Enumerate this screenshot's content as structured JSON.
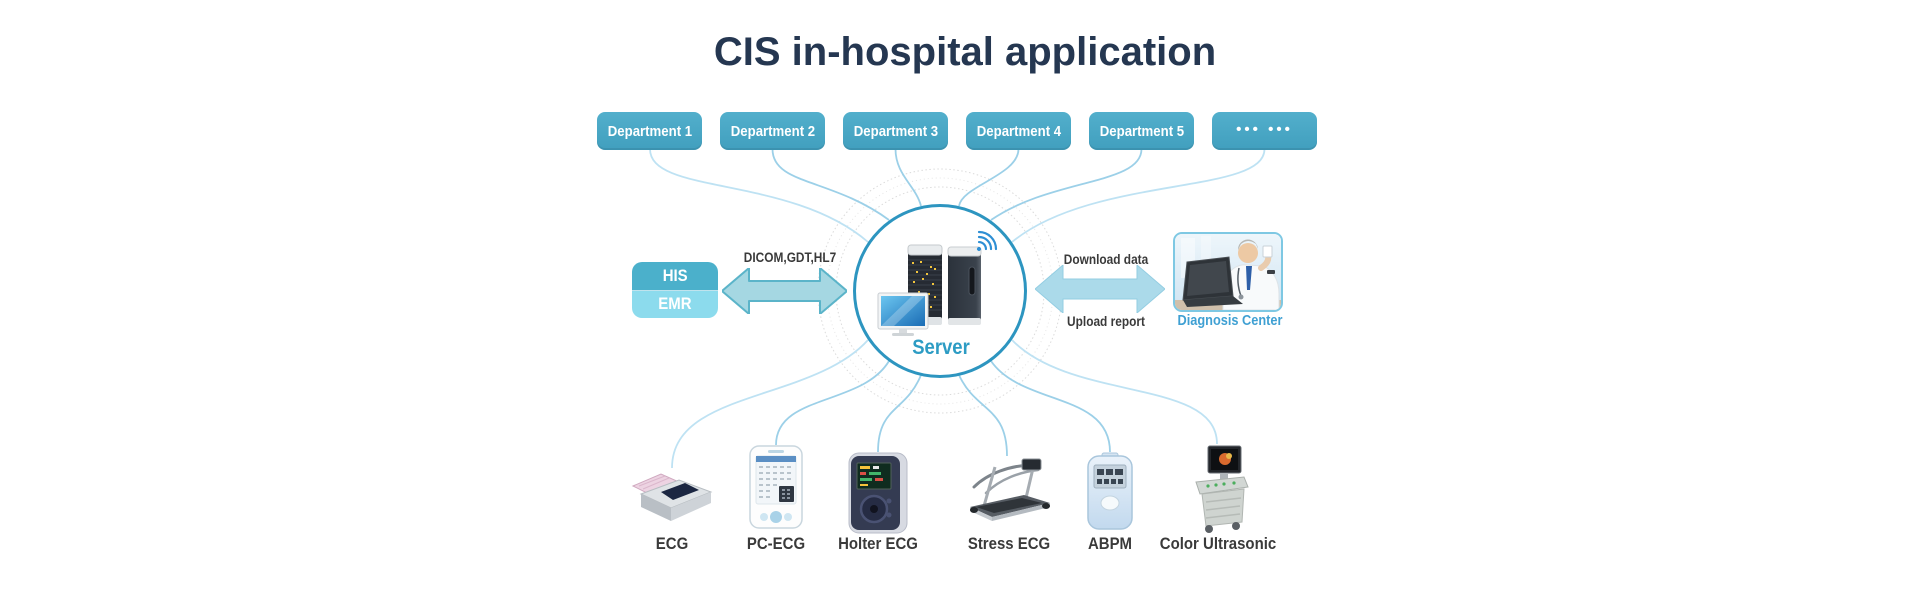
{
  "title": "CIS in-hospital application",
  "departments": [
    "Department 1",
    "Department 2",
    "Department 3",
    "Department 4",
    "Department 5",
    "•••  •••"
  ],
  "center": {
    "server_label": "Server"
  },
  "left_flow": {
    "his": "HIS",
    "emr": "EMR",
    "protocol_label": "DICOM,GDT,HL7"
  },
  "right_flow": {
    "download_label": "Download data",
    "upload_label": "Upload report",
    "diagnosis_label": "Diagnosis Center"
  },
  "devices": [
    "ECG",
    "PC-ECG",
    "Holter ECG",
    "Stress ECG",
    "ABPM",
    "Color Ultrasonic"
  ],
  "colors": {
    "navy": "#253751",
    "teal": "#52AFCC",
    "teal_dark": "#419FBE",
    "circle_border": "#2D95C0",
    "line_light": "#BEE2F3",
    "line_mid": "#9CD0E8",
    "ring_gray": "#DBDBDB",
    "server_text": "#2D9CC4",
    "his_top": "#4BB0CB",
    "emr_bottom": "#8CDBED",
    "arrow_left_fill": "#A5D7E2",
    "arrow_left_stroke": "#5BB4C9",
    "arrow_right_fill": "#ABDAEA",
    "label_dark": "#3A3A3A",
    "diagnosis_blue": "#3FA0D3",
    "photo_border": "#7EC8E3",
    "wifi_blue": "#2E8FD4"
  }
}
